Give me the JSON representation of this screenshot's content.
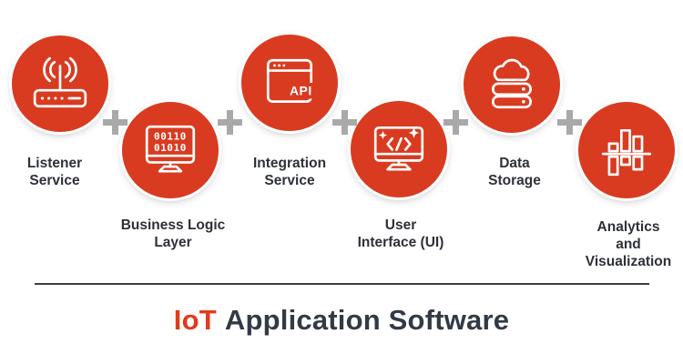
{
  "title": {
    "highlight": "IoT",
    "rest": "Application Software"
  },
  "separator_symbol": "+",
  "nodes": [
    {
      "name": "listener-service",
      "label": "Listener\nService",
      "icon": "router-antenna-icon"
    },
    {
      "name": "business-logic-layer",
      "label": "Business Logic\nLayer",
      "icon": "binary-monitor-icon",
      "screen_line1": "00110",
      "screen_line2": "01010"
    },
    {
      "name": "integration-service",
      "label": "Integration\nService",
      "icon": "api-browser-icon",
      "icon_text": "API"
    },
    {
      "name": "user-interface",
      "label": "User\nInterface (UI)",
      "icon": "code-monitor-icon"
    },
    {
      "name": "data-storage",
      "label": "Data\nStorage",
      "icon": "cloud-database-icon"
    },
    {
      "name": "analytics-visualization",
      "label": "Analytics\nand\nVisualization",
      "icon": "bar-chart-icon"
    }
  ],
  "colors": {
    "circle_red": "#d93b20",
    "title_red": "#e23a1c",
    "title_dark": "#333a45",
    "text_dark": "#2e3138",
    "plus_gray": "#a9a9a9",
    "line_dark": "#3d3d3d"
  }
}
